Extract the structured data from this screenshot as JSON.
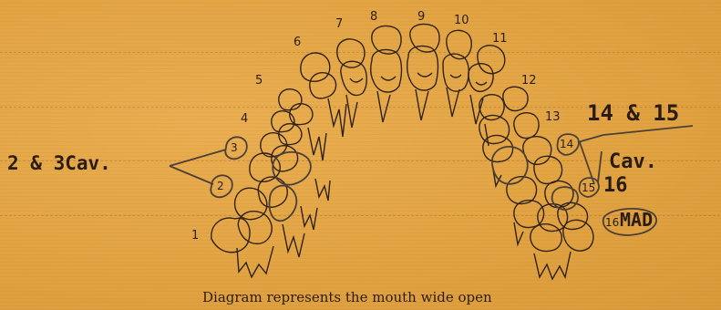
{
  "tooth_numbers": [
    "1",
    "4",
    "5",
    "6",
    "7",
    "8",
    "9",
    "10",
    "11",
    "12",
    "13"
  ],
  "circled_numbers": [
    "3",
    "2",
    "14",
    "15",
    "16"
  ],
  "notes": {
    "left": "2 & 3Cav.",
    "right_top": "14 & 15",
    "right_cav": "Cav.",
    "right_16": "16",
    "right_mad": "MAD"
  },
  "caption": "Diagram represents the mouth wide open",
  "colors": {
    "paper": "#e3a544",
    "ink": "#2a1c10",
    "pencil": "#4c4036"
  }
}
